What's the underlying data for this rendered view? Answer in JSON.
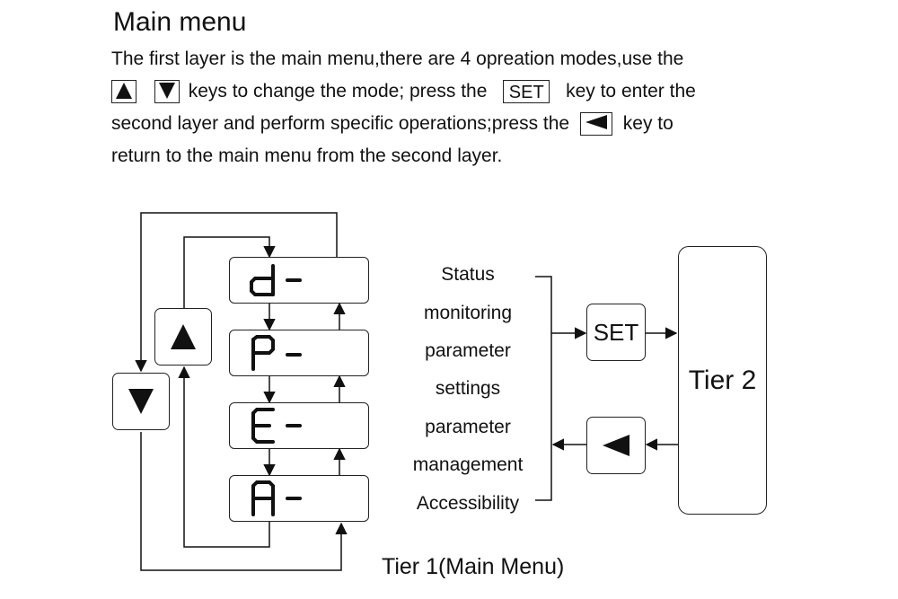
{
  "title": "Main menu",
  "intro": {
    "line1": "The first layer is the main menu,there are 4 opreation modes,use the",
    "line2_after_keys": "keys to change the mode; press the",
    "line2_end": "key to enter the",
    "line3_start": "second layer and perform specific operations;press the",
    "line3_end": "key to",
    "line4": "return to the main menu from the second layer."
  },
  "keys": {
    "up_icon": "up-triangle-icon",
    "down_icon": "down-triangle-icon",
    "back_icon": "left-triangle-icon",
    "set_label": "SET"
  },
  "display_items": [
    {
      "code": "d-",
      "icon": "seven-segment-d"
    },
    {
      "code": "P-",
      "icon": "seven-segment-p"
    },
    {
      "code": "E-",
      "icon": "seven-segment-e"
    },
    {
      "code": "A-",
      "icon": "seven-segment-a"
    }
  ],
  "modes_text": [
    "Status",
    "monitoring",
    "parameter",
    "settings",
    "parameter",
    "management",
    "Accessibility"
  ],
  "tier2_label": "Tier 2",
  "caption": "Tier 1(Main Menu)"
}
